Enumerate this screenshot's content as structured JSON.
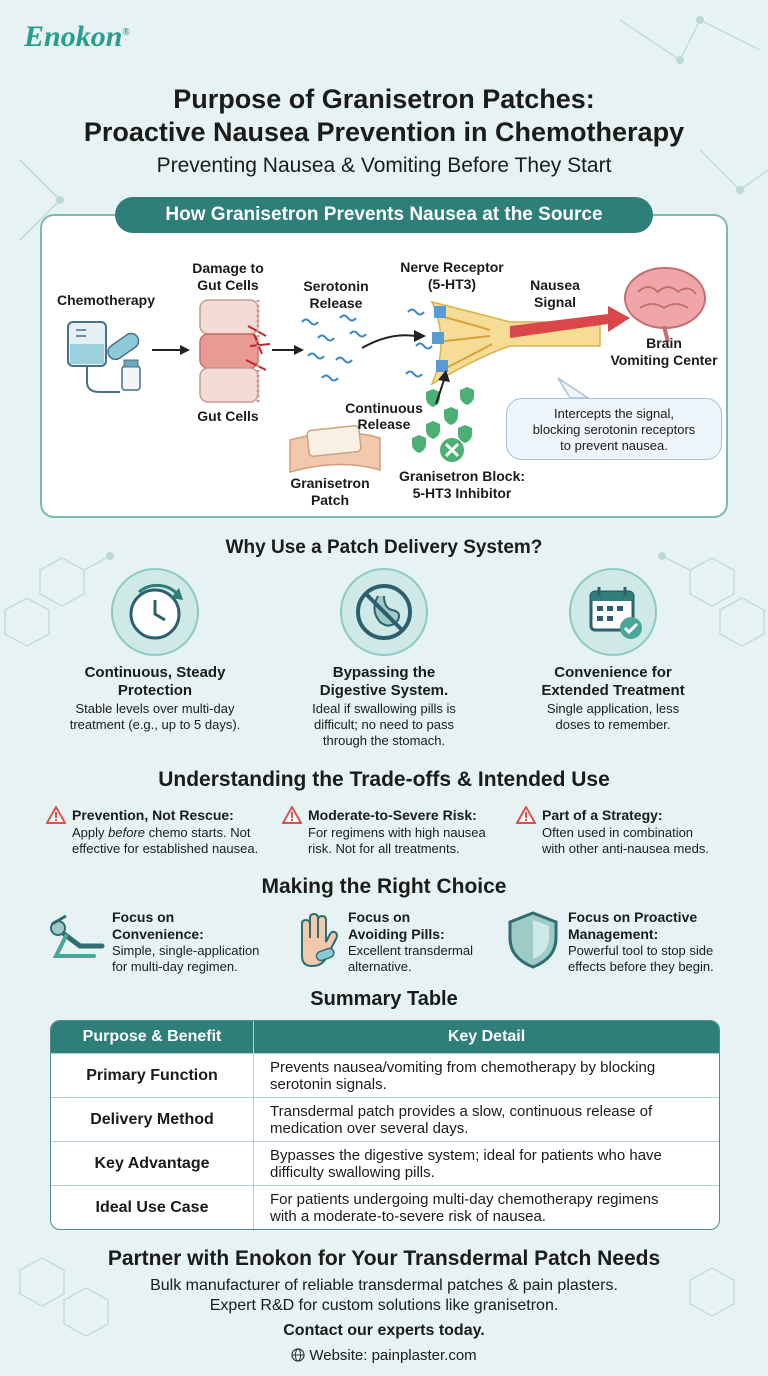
{
  "brand": {
    "logo": "Enokon",
    "logo_mark": "®"
  },
  "header": {
    "title_line1": "Purpose of Granisetron Patches:",
    "title_line2": "Proactive Nausea Prevention in Chemotherapy",
    "subtitle": "Preventing Nausea & Vomiting Before They Start"
  },
  "mechanism": {
    "heading": "How Granisetron Prevents Nausea at the Source",
    "chemotherapy": "Chemotherapy",
    "damage_line1": "Damage to",
    "damage_line2": "Gut Cells",
    "gut_cells": "Gut Cells",
    "serotonin_line1": "Serotonin",
    "serotonin_line2": "Release",
    "receptor_line1": "Nerve Receptor",
    "receptor_line2": "(5-HT3)",
    "nausea_line1": "Nausea",
    "nausea_line2": "Signal",
    "brain_line1": "Brain",
    "brain_line2": "Vomiting Center",
    "continuous_line1": "Continuous",
    "continuous_line2": "Release",
    "patch_line1": "Granisetron",
    "patch_line2": "Patch",
    "block_line1": "Granisetron Block:",
    "block_line2": "5-HT3 Inhibitor",
    "callout_line1": "Intercepts the signal,",
    "callout_line2": "blocking serotonin receptors",
    "callout_line3": "to prevent nausea."
  },
  "why": {
    "heading": "Why Use a Patch Delivery System?",
    "items": [
      {
        "icon": "clock-icon",
        "title1": "Continuous, Steady",
        "title2": "Protection",
        "desc1": "Stable levels over multi-day",
        "desc2": "treatment (e.g., up to 5 days).",
        "desc3": ""
      },
      {
        "icon": "no-stomach-icon",
        "title1": "Bypassing the",
        "title2": "Digestive System.",
        "desc1": "Ideal if swallowing pills is",
        "desc2": "difficult; no need to pass",
        "desc3": "through the stomach."
      },
      {
        "icon": "calendar-check-icon",
        "title1": "Convenience for",
        "title2": "Extended Treatment",
        "desc1": "Single application, less",
        "desc2": "doses to remember.",
        "desc3": ""
      }
    ]
  },
  "tradeoffs": {
    "heading": "Understanding the Trade-offs & Intended Use",
    "items": [
      {
        "title": "Prevention, Not Rescue:",
        "desc1_pre": "Apply ",
        "desc1_em": "before",
        "desc1_post": " chemo starts. Not",
        "desc2": "effective for established nausea."
      },
      {
        "title": "Moderate-to-Severe Risk:",
        "desc1": "For regimens with high nausea",
        "desc2": "risk. Not for all treatments."
      },
      {
        "title": "Part of a Strategy:",
        "desc1": "Often used in combination",
        "desc2": "with other anti-nausea meds."
      }
    ]
  },
  "choice": {
    "heading": "Making the Right Choice",
    "items": [
      {
        "title1": "Focus on",
        "title2": "Convenience:",
        "desc1": "Simple, single-application",
        "desc2": "for multi-day regimen."
      },
      {
        "title1": "Focus on",
        "title2": "Avoiding Pills:",
        "desc1": "Excellent transdermal",
        "desc2": "alternative."
      },
      {
        "title1": "Focus on Proactive",
        "title2": "Management:",
        "desc1": "Powerful tool to stop side",
        "desc2": "effects before they begin."
      }
    ]
  },
  "summary": {
    "heading": "Summary Table",
    "col1": "Purpose & Benefit",
    "col2": "Key Detail",
    "rows": [
      {
        "label": "Primary Function",
        "line1": "Prevents nausea/vomiting from chemotherapy by blocking",
        "line2": "serotonin signals."
      },
      {
        "label": "Delivery Method",
        "line1": "Transdermal patch provides a slow, continuous release of",
        "line2": "medication over several days."
      },
      {
        "label": "Key Advantage",
        "line1": "Bypasses the digestive system; ideal for patients who have",
        "line2": "difficulty swallowing pills."
      },
      {
        "label": "Ideal Use Case",
        "line1": "For patients undergoing multi-day chemotherapy regimens",
        "line2": "with a moderate-to-severe risk of nausea."
      }
    ]
  },
  "footer": {
    "title": "Partner with Enokon for Your Transdermal Patch Needs",
    "line1": "Bulk manufacturer of reliable transdermal patches & pain plasters.",
    "line2": "Expert R&D for custom solutions like granisetron.",
    "contact": "Contact our experts today.",
    "website_label": "Website: painplaster.com"
  },
  "colors": {
    "teal": "#2e7e79",
    "accent": "#2a9d8f",
    "warning": "#d9534f",
    "background": "#e6f3f2"
  }
}
